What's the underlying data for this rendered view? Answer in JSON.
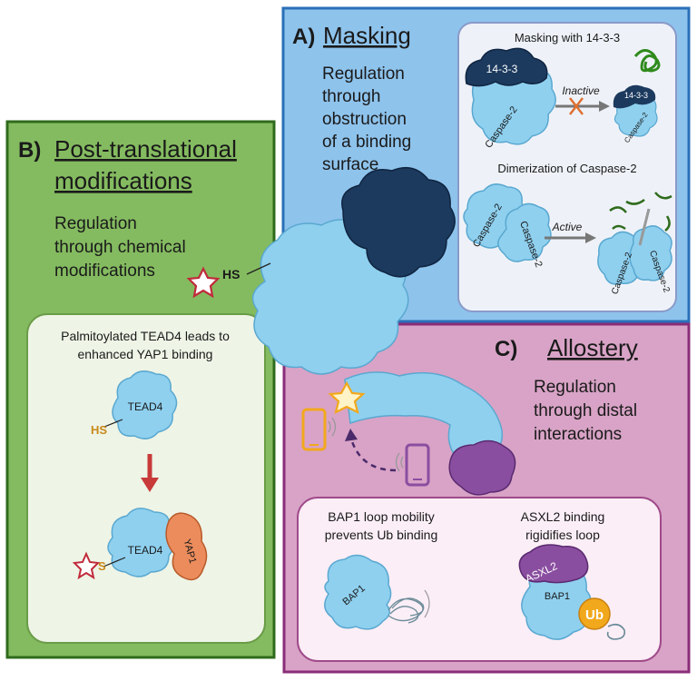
{
  "panel_a": {
    "letter": "A)",
    "title": "Masking",
    "desc": [
      "Regulation",
      "through",
      "obstruction",
      "of a binding",
      "surface"
    ],
    "box1_title": "Masking with 14-3-3",
    "label_1433": "14-3-3",
    "label_casp2": "Caspase-2",
    "label_inactive": "Inactive",
    "box2_title": "Dimerization of Caspase-2",
    "label_active": "Active"
  },
  "panel_b": {
    "letter": "B)",
    "title": [
      "Post-translational",
      "modifications"
    ],
    "desc": [
      "Regulation",
      "through chemical",
      "modifications"
    ],
    "inner_title": [
      "Palmitoylated TEAD4 leads to",
      "enhanced YAP1 binding"
    ],
    "label_tead4": "TEAD4",
    "label_yap1": "YAP1",
    "label_hs": "HS",
    "label_s": "S"
  },
  "panel_c": {
    "letter": "C)",
    "title": "Allostery",
    "desc": [
      "Regulation",
      "through distal",
      "interactions"
    ],
    "left_title": [
      "BAP1 loop mobility",
      "prevents Ub binding"
    ],
    "right_title": [
      "ASXL2 binding",
      "rigidifies loop"
    ],
    "label_bap1": "BAP1",
    "label_asxl2": "ASXL2",
    "label_ub": "Ub"
  },
  "center": {
    "label_hs": "HS"
  },
  "colors": {
    "panel_a_bg": "#8ec3ec",
    "panel_a_border": "#2a70b8",
    "panel_b_bg": "#84bb60",
    "panel_b_border": "#2f6b1c",
    "panel_c_bg": "#d8a3c6",
    "panel_c_border": "#8a2d78",
    "protein": "#8fd0ef",
    "dark_protein": "#1c3a5e",
    "yap1": "#ec8c5c",
    "asxl2": "#8a4ea0",
    "ub": "#f2a81c",
    "star": "#c02a3a"
  }
}
